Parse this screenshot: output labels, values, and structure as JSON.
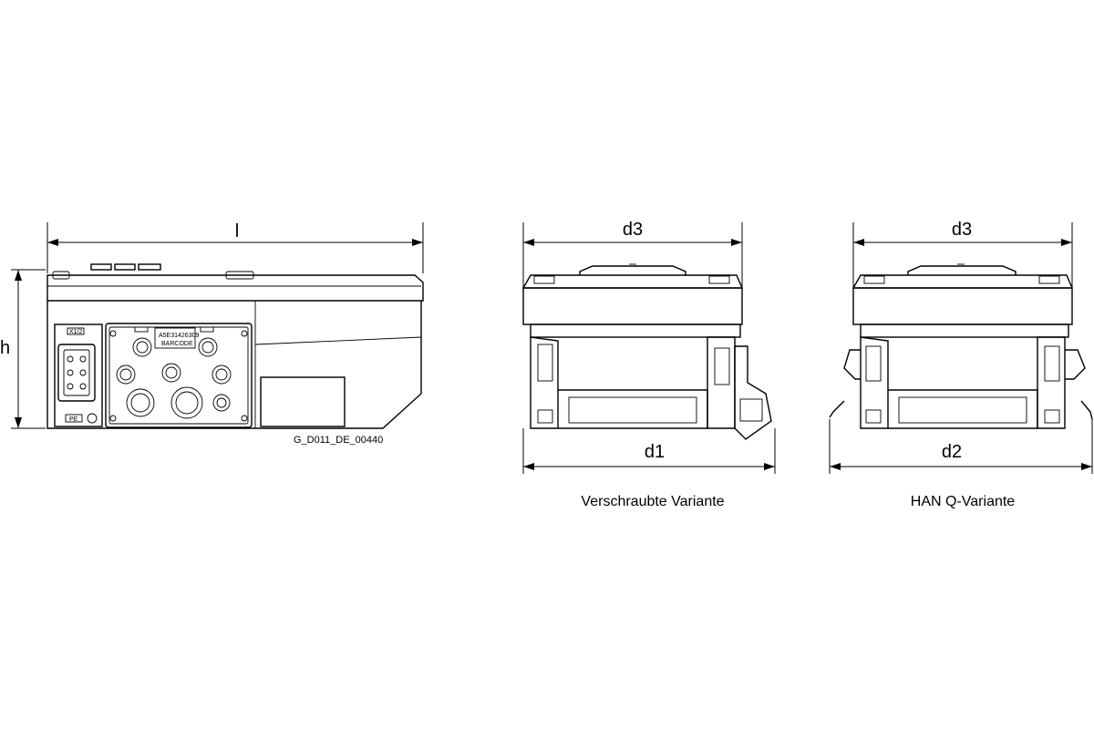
{
  "dimensions": {
    "l": "l",
    "h": "h",
    "d3_left": "d3",
    "d1": "d1",
    "d3_right": "d3",
    "d2": "d2"
  },
  "labels": {
    "drawing_code": "G_D011_DE_00440",
    "variant_screwed": "Verschraubte Variante",
    "variant_han_q": "HAN Q-Variante",
    "connector_x12": "X1/2",
    "connector_pe": "PE",
    "serial": "A5E31426309",
    "barcode": "BARCODE"
  }
}
